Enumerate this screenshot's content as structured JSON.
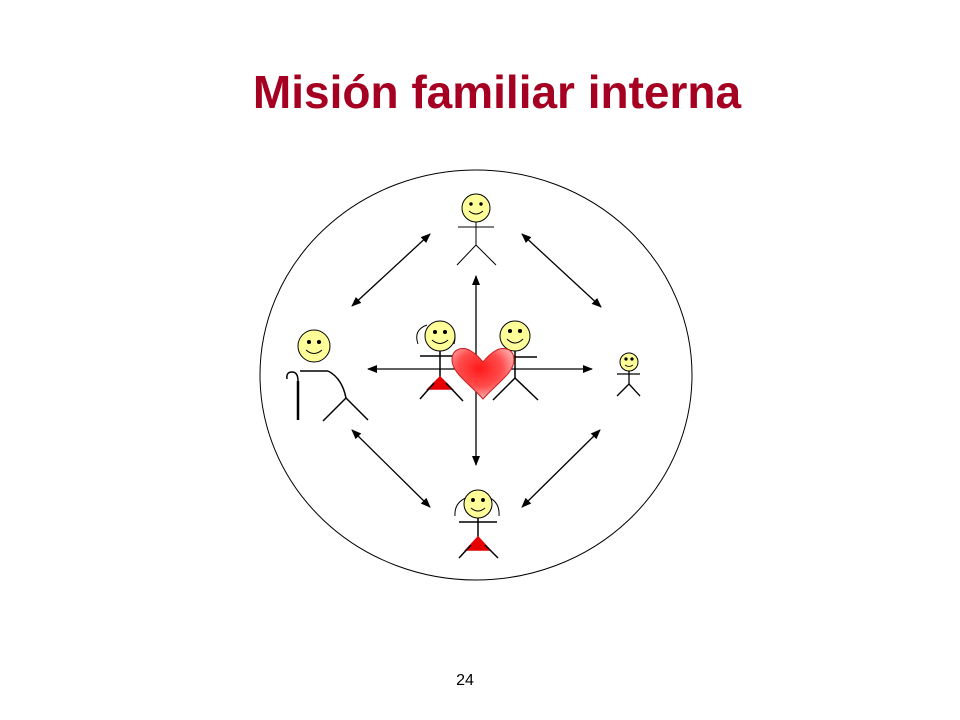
{
  "slide": {
    "title": "Misión familiar interna",
    "page_number": "24"
  },
  "colors": {
    "title": "#a50021",
    "face": "#ffff99",
    "skirt": "#e60000",
    "heart": "#ff3b3b",
    "line": "#000000"
  },
  "icons": {
    "center": "heart-icon",
    "people": [
      "grandparent-with-cane",
      "mother",
      "father",
      "child-top",
      "daughter-bottom",
      "baby-right"
    ]
  }
}
